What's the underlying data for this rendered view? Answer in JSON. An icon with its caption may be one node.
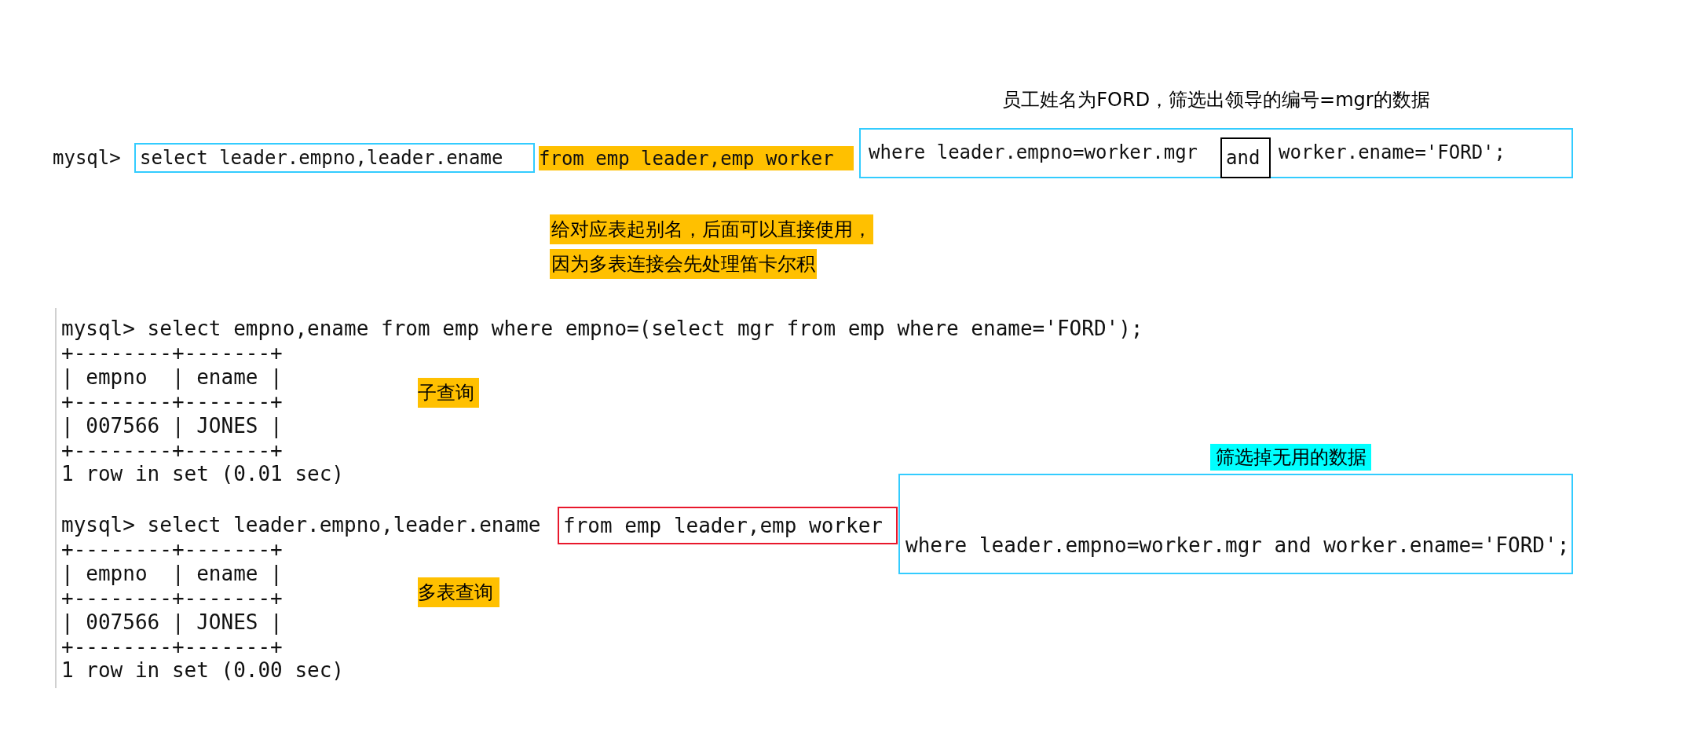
{
  "diagram": {
    "nodes": [
      {
        "text": [
          "select leader.empno,leader.ename"
        ],
        "beside": [
          "mysql>"
        ]
      },
      {
        "text": [
          "from emp leader,emp worker"
        ]
      },
      {
        "text": [
          "员工姓名为FORD，筛选出领导的编号=mgr的数据",
          "where leader.empno=worker.mgr",
          "worker.ename='FORD';"
        ]
      },
      {
        "text": [
          "and"
        ],
        "in": 2
      },
      {
        "text": [
          "给对应表起别名，后面可以直接使用，",
          "因为多表连接会先处理笛卡尔积"
        ]
      },
      {
        "text": [
          "子查询"
        ]
      },
      {
        "text": [
          "from emp leader,emp worker"
        ]
      },
      {
        "text": [
          "筛选掉无用的数据",
          "where leader.empno=worker.mgr and worker.ename='FORD';"
        ]
      },
      {
        "text": [
          "多表查询"
        ]
      }
    ],
    "labels": [
      "mysql> select empno,ename from emp where empno=(select mgr from emp where ename='FORD');",
      "+--------+-------+",
      "| empno  | ename |",
      "+--------+-------+",
      "| 007566 | JONES |",
      "+--------+-------+",
      "1 row in set (0.01 sec)",
      "mysql> select leader.empno,leader.ename",
      "+--------+-------+",
      "| empno  | ename |",
      "+--------+-------+",
      "| 007566 | JONES |",
      "+--------+-------+",
      "1 row in set (0.00 sec)"
    ]
  }
}
